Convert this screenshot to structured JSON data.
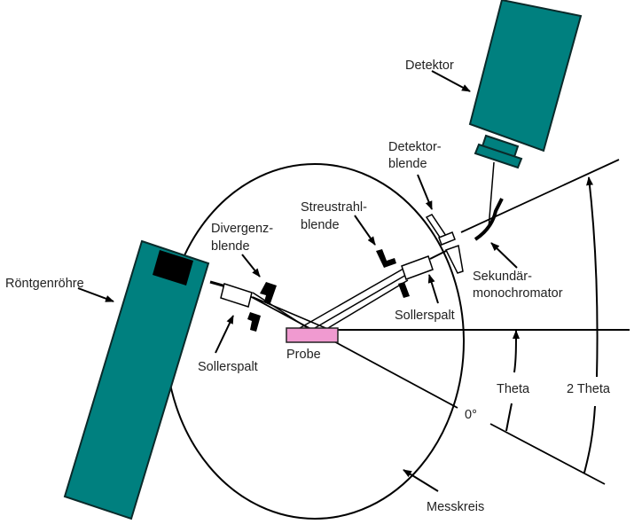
{
  "title": "Röntgendiffraktometer (Bragg-Brentano) Schema",
  "labels": {
    "detektor": "Detektor",
    "detektorblende_1": "Detektor-",
    "detektorblende_2": "blende",
    "streustrahlblende_1": "Streustrahl-",
    "streustrahlblende_2": "blende",
    "divergenzblende_1": "Divergenz-",
    "divergenzblende_2": "blende",
    "roentgenroehre": "Röntgenröhre",
    "sollerspalt_left": "Sollerspalt",
    "sollerspalt_right": "Sollerspalt",
    "probe": "Probe",
    "sekundaer_1": "Sekundär-",
    "sekundaer_2": "monochromator",
    "theta": "Theta",
    "two_theta": "2 Theta",
    "zero_deg": "0°",
    "messkreis": "Messkreis"
  },
  "colors": {
    "tube_and_detector": "#00807f",
    "sample": "#f09ad0",
    "anode": "#000000"
  }
}
